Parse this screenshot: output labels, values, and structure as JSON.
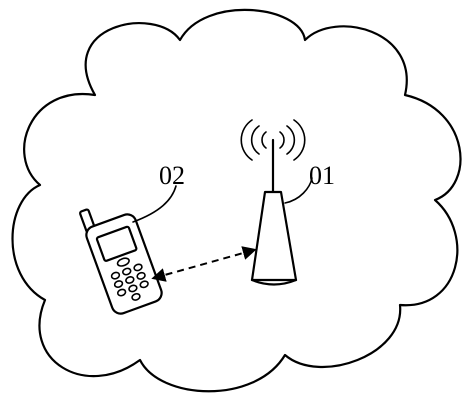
{
  "labels": {
    "base_station": "01",
    "terminal": "02"
  },
  "elements": {
    "cloud": "network-coverage-cloud",
    "base_station": "antenna-tower-icon",
    "terminal": "mobile-phone-icon",
    "link": "bidirectional-dashed-arrow"
  },
  "colors": {
    "ink": "#000000",
    "background": "#ffffff"
  }
}
